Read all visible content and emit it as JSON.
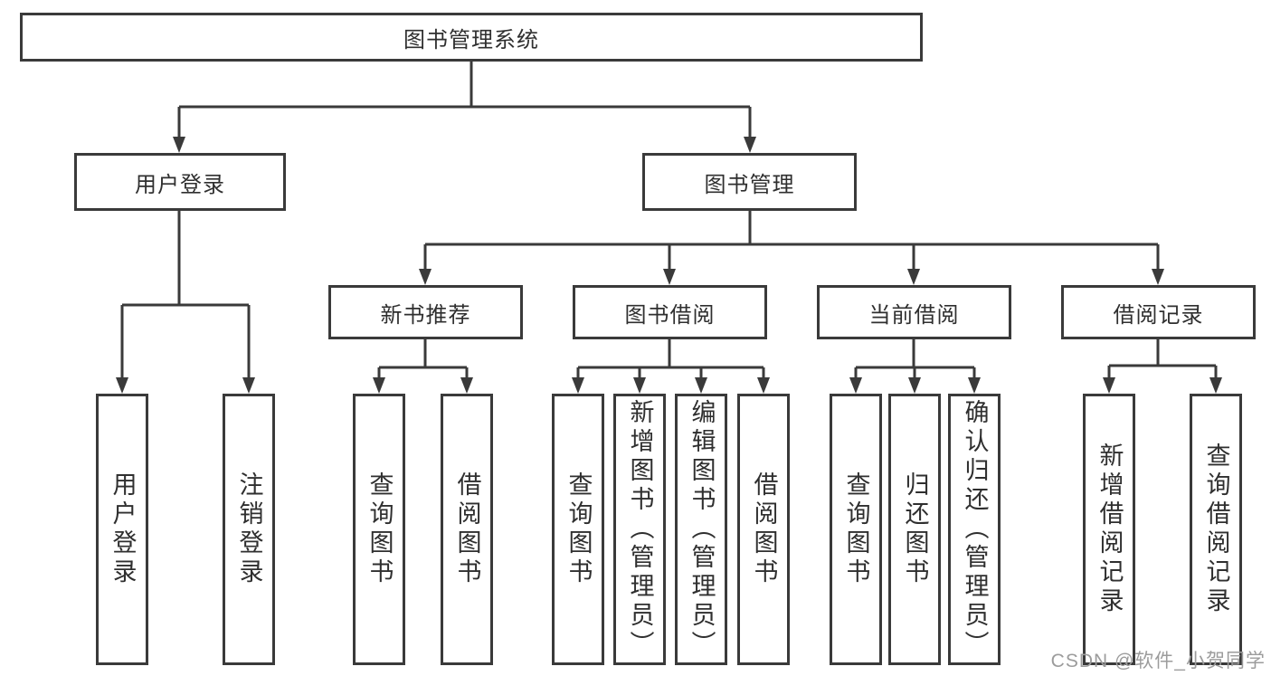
{
  "tree": {
    "root": "图书管理系统",
    "branches": [
      {
        "label": "用户登录",
        "children": [
          "用户登录",
          "注销登录"
        ]
      },
      {
        "label": "图书管理",
        "sections": [
          {
            "label": "新书推荐",
            "children": [
              "查询图书",
              "借阅图书"
            ]
          },
          {
            "label": "图书借阅",
            "children": [
              "查询图书",
              "新增图书（管理员）",
              "编辑图书（管理员）",
              "借阅图书"
            ]
          },
          {
            "label": "当前借阅",
            "children": [
              "查询图书",
              "归还图书",
              "确认归还（管理员）"
            ]
          },
          {
            "label": "借阅记录",
            "children": [
              "新增借阅记录",
              "查询借阅记录"
            ]
          }
        ]
      }
    ]
  },
  "watermark": "CSDN @软件_小贺同学",
  "colors": {
    "line": "#3a3a3a",
    "text": "#2f2f2f",
    "watermark_gray": "#9c9c9c",
    "background": "#ffffff"
  }
}
